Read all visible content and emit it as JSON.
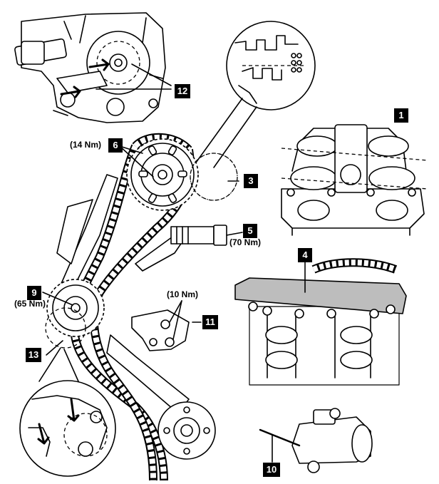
{
  "diagram": {
    "callouts": {
      "c1": "1",
      "c3": "3",
      "c4": "4",
      "c5": "5",
      "c6": "6",
      "c9": "9",
      "c10": "10",
      "c11": "11",
      "c12": "12",
      "c13": "13"
    },
    "torques": {
      "t6": "(14 Nm)",
      "t5": "(70 Nm)",
      "t9": "(65 Nm)",
      "t11": "(10 Nm)"
    }
  }
}
